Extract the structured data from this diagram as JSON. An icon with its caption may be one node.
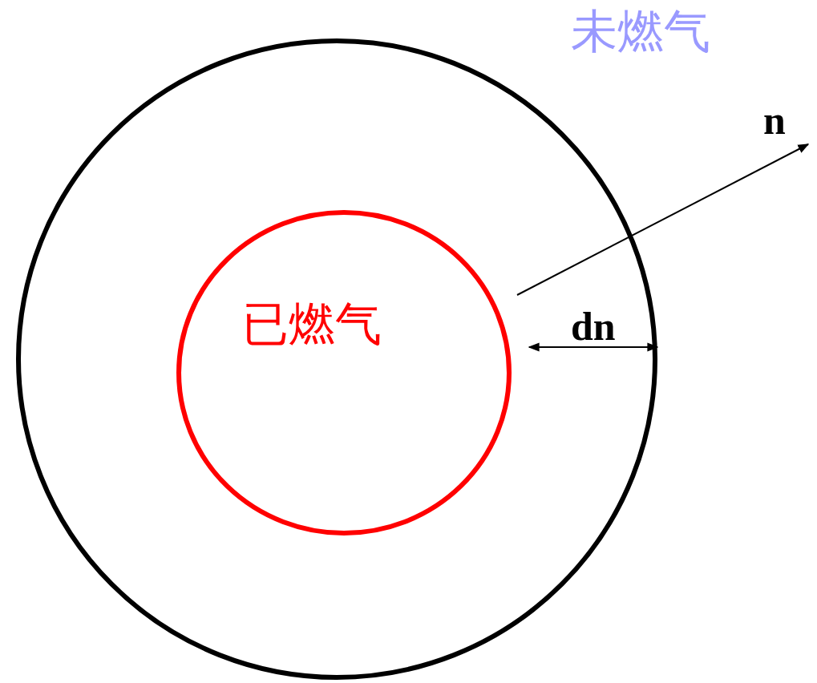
{
  "diagram": {
    "nodes": [
      {
        "text": [],
        "shape": "circle"
      },
      {
        "text": [
          "已燃气"
        ],
        "in": 0
      }
    ],
    "labels": [
      "未燃气",
      "n",
      "dn"
    ]
  }
}
